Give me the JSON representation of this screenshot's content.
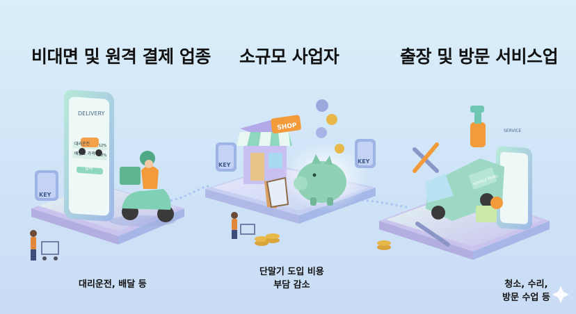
{
  "sections": [
    {
      "title": "비대면 및 원격 결제 업종",
      "caption_lines": [
        "대리운전, 배달 등"
      ],
      "screen_header": "DELIVERY",
      "screen_rows": [
        "대리운전",
        "배달료 가격"
      ],
      "screen_rows_right": [
        "12%",
        "12%"
      ],
      "screen_button": "결제",
      "key_label": "KEY"
    },
    {
      "title": "소규모 사업자",
      "caption_lines": [
        "단말기 도입 비용",
        "부담 감소"
      ],
      "shop_sign": "SHOP",
      "key_label": "KEY",
      "key_label_right": "KEY"
    },
    {
      "title": "출장 및 방문 서비스업",
      "caption_lines": [
        "청소, 수리,",
        "방문 수업 등"
      ],
      "screen_header": "SERVICE",
      "van_label": "SERVICE PANEL"
    }
  ],
  "colors": {
    "mint": "#bfe9d6",
    "lavender": "#c9c3ee",
    "teal": "#6fc7b3",
    "gold": "#e8b84a",
    "orange": "#f39a3b"
  }
}
